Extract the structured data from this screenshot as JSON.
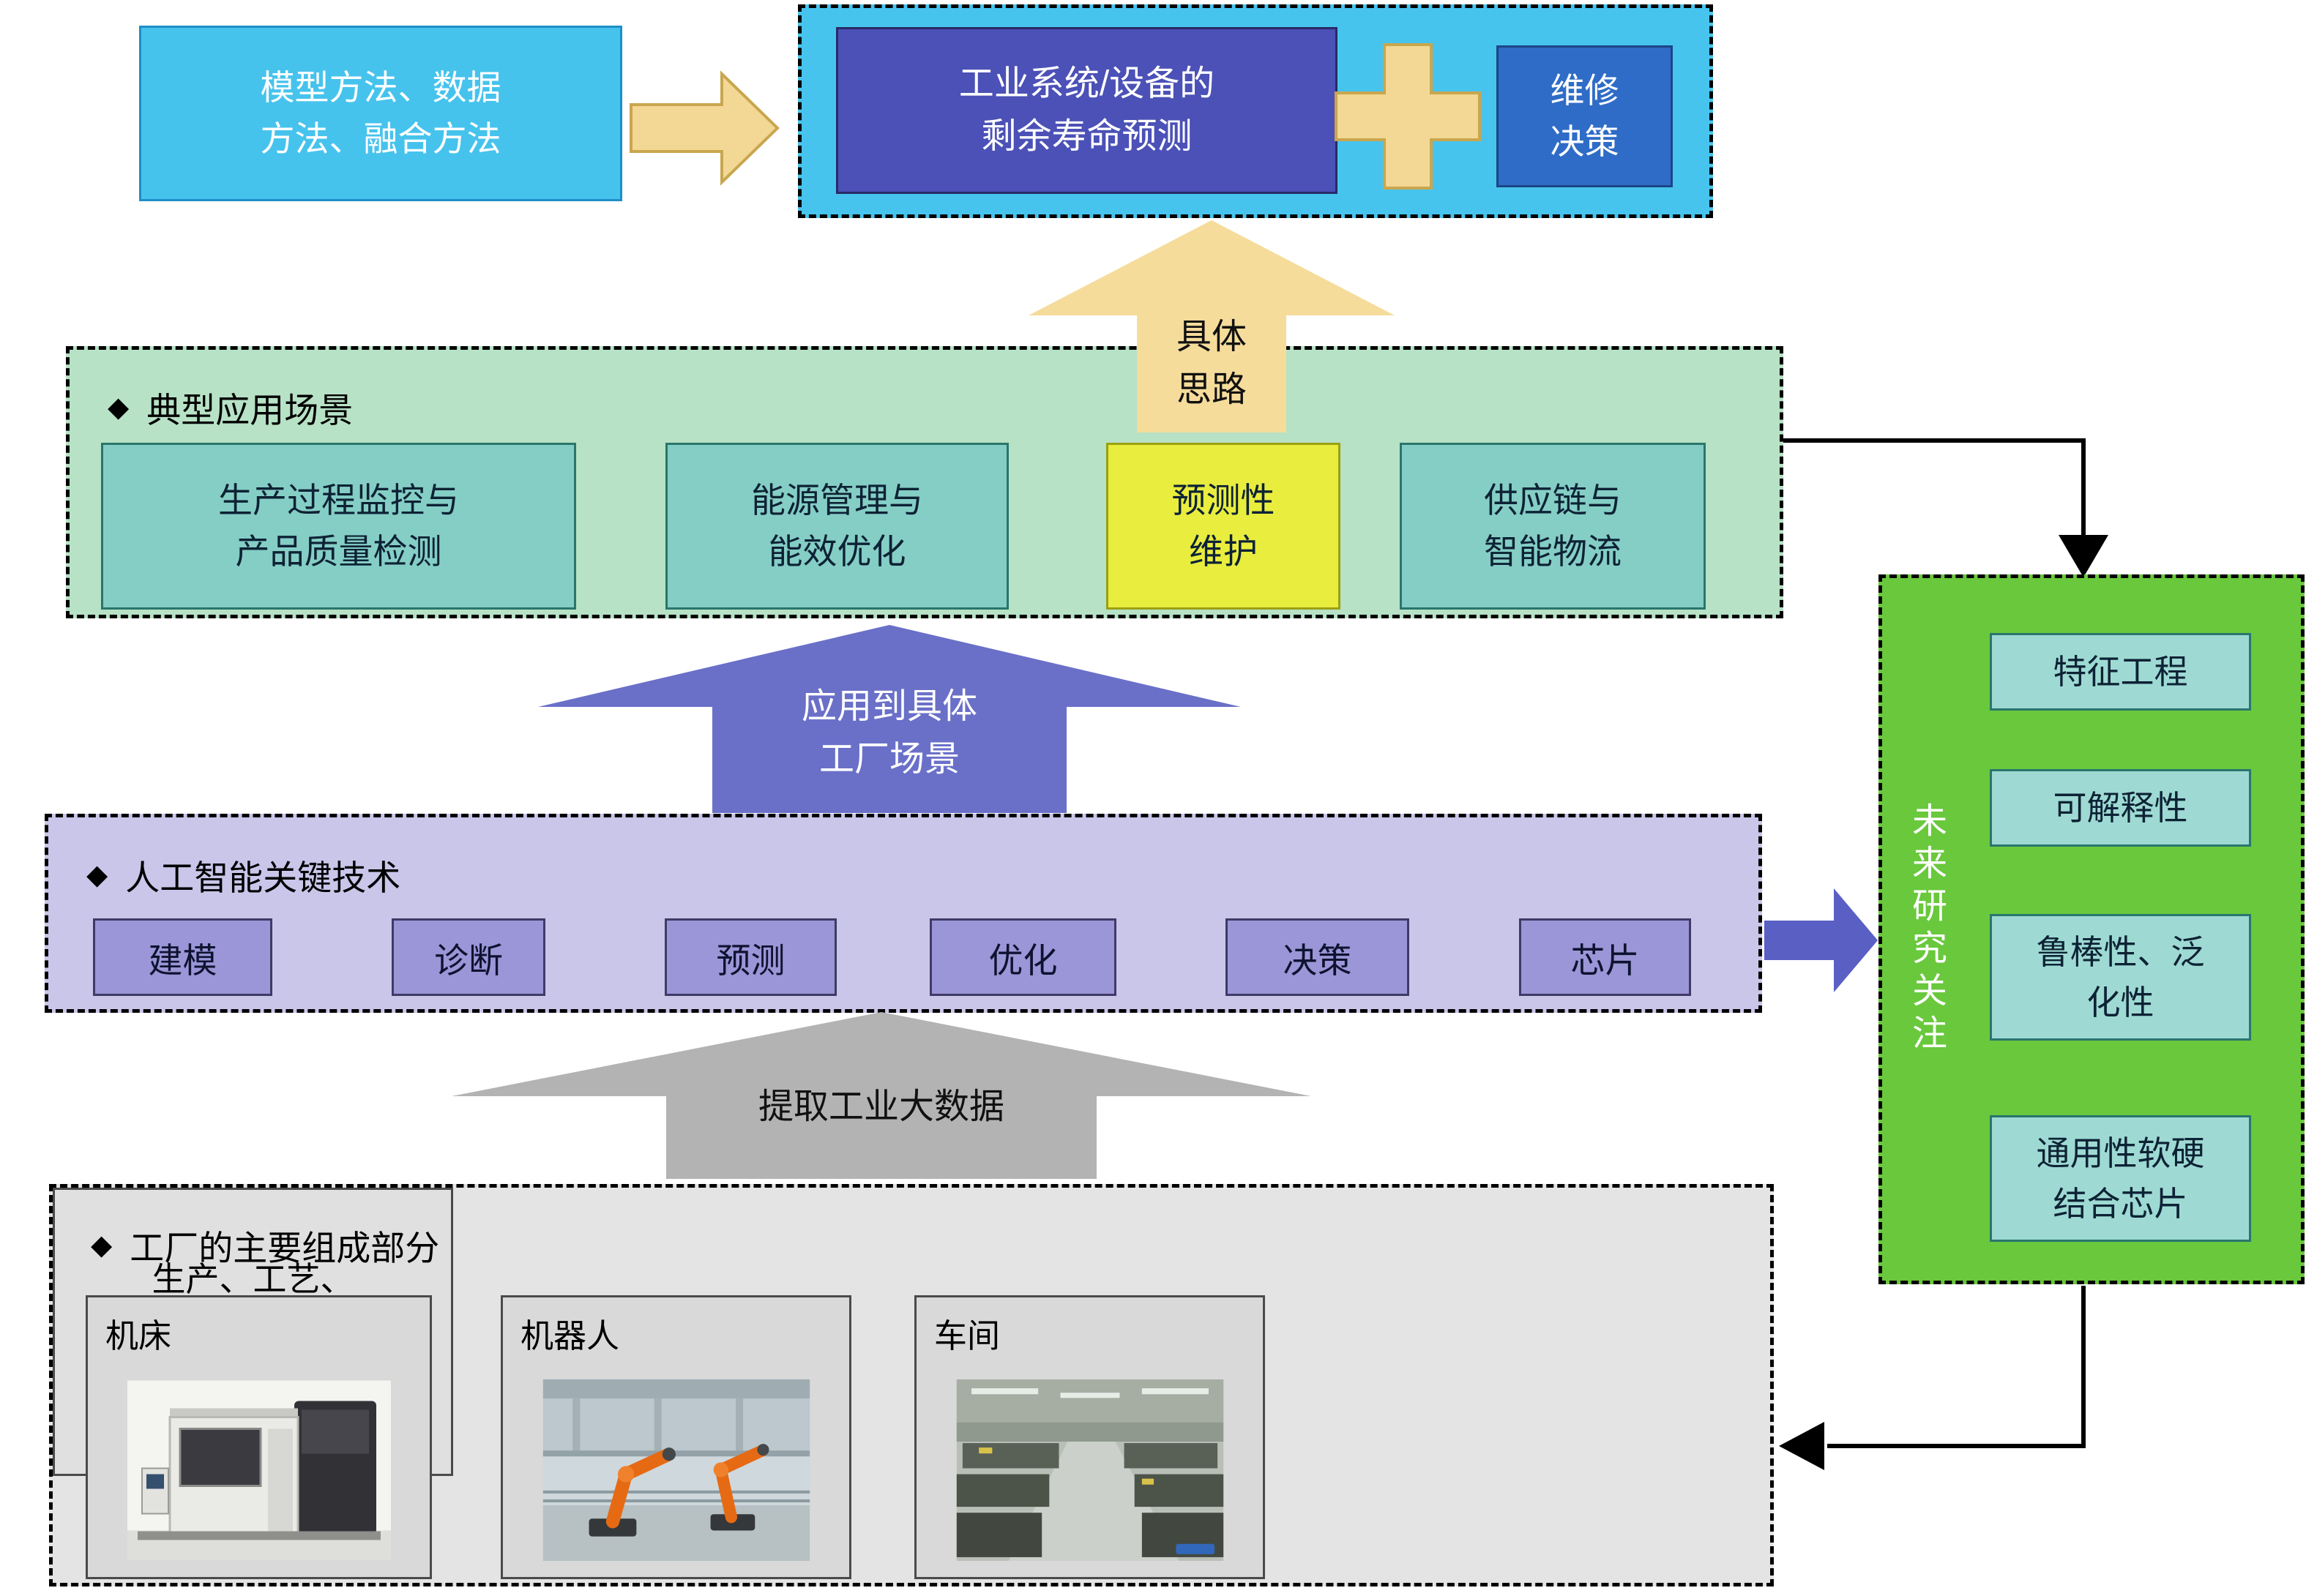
{
  "diagram": {
    "methods_box": "模型方法、数据\n方法、融合方法",
    "top": {
      "rul_box": "工业系统/设备的\n剩余寿命预测",
      "maintenance_box": "维修\n决策"
    },
    "arrows": {
      "idea": "具体\n思路",
      "apply": "应用到具体\n工厂场景",
      "extract": "提取工业大数据"
    },
    "scenarios": {
      "bullet": "◆",
      "title": "典型应用场景",
      "items": [
        "生产过程监控与\n产品质量检测",
        "能源管理与\n能效优化",
        "预测性\n维护",
        "供应链与\n智能物流"
      ]
    },
    "ai": {
      "bullet": "◆",
      "title": "人工智能关键技术",
      "items": [
        "建模",
        "诊断",
        "预测",
        "优化",
        "决策",
        "芯片"
      ]
    },
    "factory": {
      "bullet": "◆",
      "title": "工厂的主要组成部分",
      "machine_label": "机床",
      "robot_label": "机器人",
      "workshop_label": "车间",
      "data_box": "生产、工艺、\n运维、排放、能耗、\n仓储物流、销售, …"
    },
    "future": {
      "title": "未来研究关注",
      "items": [
        "特征工程",
        "可解释性",
        "鲁棒性、泛\n化性",
        "通用性软硬\n结合芯片"
      ]
    },
    "colors": {
      "cyan": "#47c4ee",
      "indigo": "#4b51b6",
      "blue": "#2f6cc7",
      "tan": "#f3d895",
      "green_light": "#b7e2c6",
      "teal": "#85cec5",
      "yellow": "#e9ed3e",
      "purple": "#6a70c8",
      "lavender": "#cac6ea",
      "lavender_box": "#9b96d7",
      "gray_arrow": "#b3b3b3",
      "gray_light": "#e4e4e4",
      "green": "#69c83c",
      "teal_light": "#9edad3"
    }
  }
}
